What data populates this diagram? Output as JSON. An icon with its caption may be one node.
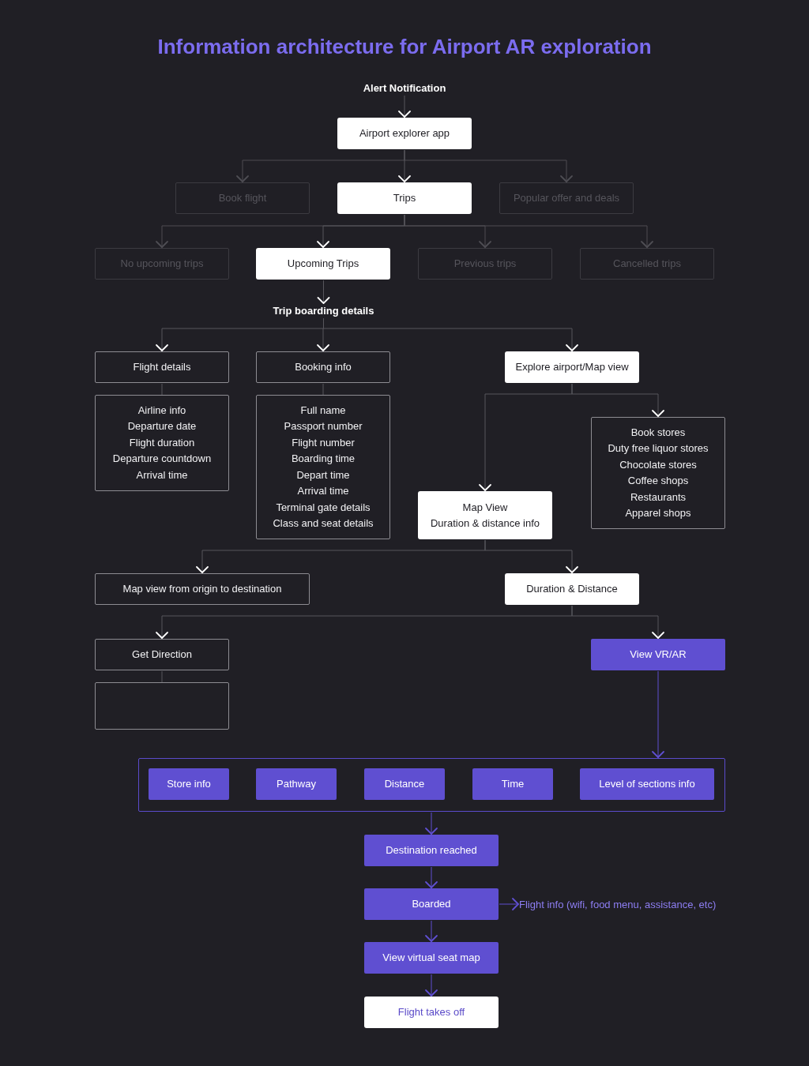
{
  "diagram": {
    "title": "Information architecture for Airport AR exploration",
    "nodes": [
      {
        "text": [
          "Alert Notification"
        ]
      },
      {
        "text": [
          "Airport explorer app"
        ]
      },
      {
        "text": [
          "Book flight"
        ]
      },
      {
        "text": [
          "Trips"
        ]
      },
      {
        "text": [
          "Popular offer and deals"
        ]
      },
      {
        "text": [
          "No upcoming trips"
        ]
      },
      {
        "text": [
          "Upcoming Trips"
        ]
      },
      {
        "text": [
          "Previous trips"
        ]
      },
      {
        "text": [
          "Cancelled trips"
        ]
      },
      {
        "text": [
          "Trip boarding details"
        ]
      },
      {
        "text": [
          "Flight details"
        ]
      },
      {
        "text": [
          "Airline info",
          "Departure date",
          "Flight duration",
          "Departure countdown",
          "Arrival time"
        ]
      },
      {
        "text": [
          "Booking info"
        ]
      },
      {
        "text": [
          "Full name",
          "Passport number",
          "Flight number",
          "Boarding time",
          "Depart time",
          "Arrival time",
          "Terminal gate details",
          "Class and seat details"
        ]
      },
      {
        "text": [
          "Explore airport/Map view"
        ]
      },
      {
        "text": [
          "Map View",
          "Duration & distance info"
        ]
      },
      {
        "text": [
          "Book stores",
          "Duty free liquor stores",
          "Chocolate stores",
          "Coffee shops",
          "Restaurants",
          "Apparel shops"
        ]
      },
      {
        "text": [
          "Map view from origin to destination"
        ]
      },
      {
        "text": [
          "Duration & Distance"
        ]
      },
      {
        "text": [
          "Get Direction"
        ]
      },
      {
        "text": [],
        "shape": "box"
      },
      {
        "text": [
          "View VR/AR"
        ]
      },
      {
        "text": [],
        "shape": "box"
      },
      {
        "text": [
          "Store info"
        ],
        "in": 22
      },
      {
        "text": [
          "Pathway"
        ],
        "in": 22
      },
      {
        "text": [
          "Distance"
        ],
        "in": 22
      },
      {
        "text": [
          "Time"
        ],
        "in": 22
      },
      {
        "text": [
          "Level of sections info"
        ],
        "in": 22
      },
      {
        "text": [
          "Destination reached"
        ]
      },
      {
        "text": [
          "Boarded"
        ]
      },
      {
        "text": [
          "Flight info (wifi, food menu, assistance, etc)"
        ]
      },
      {
        "text": [
          "View virtual seat map"
        ]
      },
      {
        "text": [
          "Flight takes off"
        ]
      }
    ],
    "edges": [
      {
        "from": 0,
        "to": 1,
        "arrow": "to"
      },
      {
        "from": 1,
        "to": 2,
        "arrow": "to",
        "color": "#4e4d53"
      },
      {
        "from": 1,
        "to": 3,
        "arrow": "to"
      },
      {
        "from": 1,
        "to": 4,
        "arrow": "to",
        "color": "#4e4d53"
      },
      {
        "from": 3,
        "to": 5,
        "arrow": "to",
        "color": "#4e4d53"
      },
      {
        "from": 3,
        "to": 6,
        "arrow": "to"
      },
      {
        "from": 3,
        "to": 7,
        "arrow": "to",
        "color": "#4e4d53"
      },
      {
        "from": 3,
        "to": 8,
        "arrow": "to",
        "color": "#4e4d53"
      },
      {
        "from": 6,
        "to": 9,
        "arrow": "to"
      },
      {
        "from": 9,
        "to": 10,
        "arrow": "to"
      },
      {
        "from": 9,
        "to": 12,
        "arrow": "to"
      },
      {
        "from": 9,
        "to": 14,
        "arrow": "to"
      },
      {
        "from": 10,
        "to": 11,
        "arrow": "none"
      },
      {
        "from": 12,
        "to": 13,
        "arrow": "none"
      },
      {
        "from": 14,
        "to": 15,
        "arrow": "to"
      },
      {
        "from": 14,
        "to": 16,
        "arrow": "to"
      },
      {
        "from": 15,
        "to": 17,
        "arrow": "to"
      },
      {
        "from": 15,
        "to": 18,
        "arrow": "to"
      },
      {
        "from": 18,
        "to": 19,
        "arrow": "to"
      },
      {
        "from": 18,
        "to": 21,
        "arrow": "to"
      },
      {
        "from": 19,
        "to": 20,
        "arrow": "none"
      },
      {
        "from": 21,
        "to": 22,
        "arrow": "to",
        "color": "#5f4fd1"
      },
      {
        "from": 22,
        "to": 28,
        "arrow": "to",
        "color": "#5f4fd1"
      },
      {
        "from": 28,
        "to": 29,
        "arrow": "to",
        "color": "#5f4fd1"
      },
      {
        "from": 29,
        "to": 30,
        "arrow": "to",
        "color": "#5f4fd1"
      },
      {
        "from": 29,
        "to": 31,
        "arrow": "to",
        "color": "#5f4fd1"
      },
      {
        "from": 31,
        "to": 32,
        "arrow": "to",
        "color": "#5f4fd1"
      }
    ]
  }
}
